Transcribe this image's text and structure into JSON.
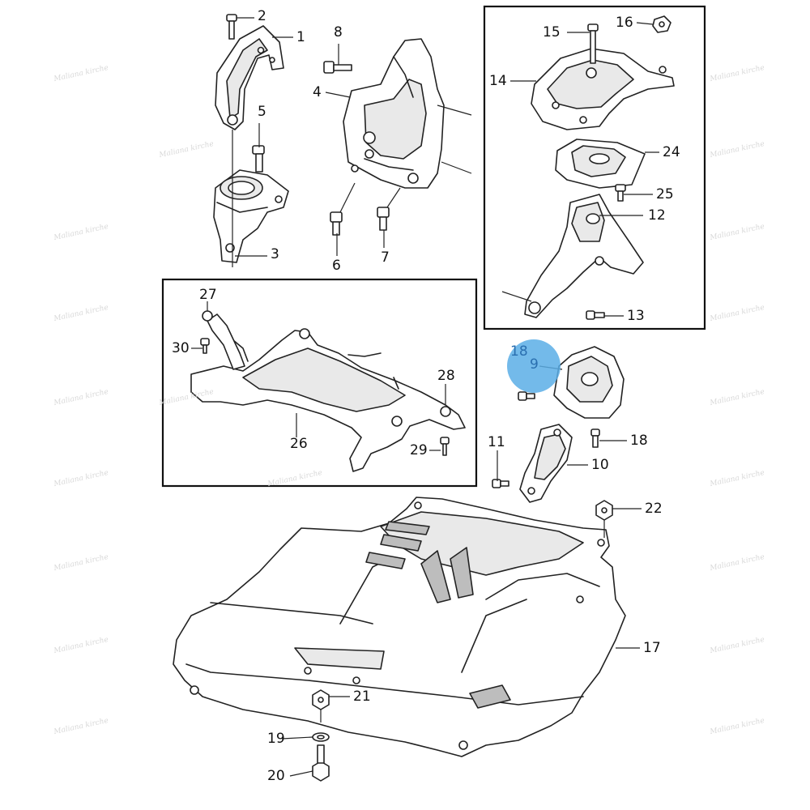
{
  "diagram": {
    "watermark_text": "Maliana kirche",
    "highlight": {
      "color": "#5aaee6",
      "labels": [
        "18",
        "9"
      ]
    },
    "callouts": {
      "c1": "1",
      "c2": "2",
      "c3": "3",
      "c4": "4",
      "c5": "5",
      "c6": "6",
      "c7": "7",
      "c8": "8",
      "c10": "10",
      "c11": "11",
      "c12": "12",
      "c13": "13",
      "c14": "14",
      "c15": "15",
      "c16": "16",
      "c17": "17",
      "c18": "18",
      "c19": "19",
      "c20": "20",
      "c21": "21",
      "c22": "22",
      "c24": "24",
      "c25": "25",
      "c26": "26",
      "c27": "27",
      "c28": "28",
      "c29": "29",
      "c30": "30"
    }
  }
}
